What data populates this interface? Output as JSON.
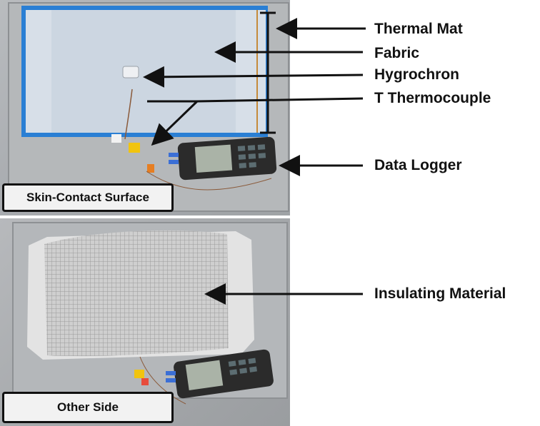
{
  "captions": {
    "top": "Skin-Contact Surface",
    "bottom": "Other Side"
  },
  "labels": {
    "thermal_mat": "Thermal Mat",
    "fabric": "Fabric",
    "hygrochron": "Hygrochron",
    "thermocouple": "T Thermocouple",
    "data_logger": "Data Logger",
    "insulating_material": "Insulating Material"
  },
  "colors": {
    "fabric": "#c9d3de",
    "thermal_mat_edge": "#2a7fd4",
    "insulation": "#c8c8c8",
    "logger_body": "#2b2b2b",
    "logger_screen": "#aab3a7",
    "arrow": "#111111"
  }
}
